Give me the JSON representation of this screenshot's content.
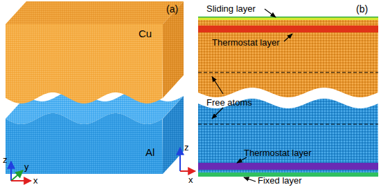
{
  "diagram": {
    "labels": [
      "(a)",
      "Cu",
      "Al",
      "z",
      "y",
      "x",
      "(b)",
      "Sliding layer",
      "Thermostat layer",
      "Free atoms",
      "Thermostat layer",
      "Fixed layer",
      "z",
      "x"
    ]
  }
}
